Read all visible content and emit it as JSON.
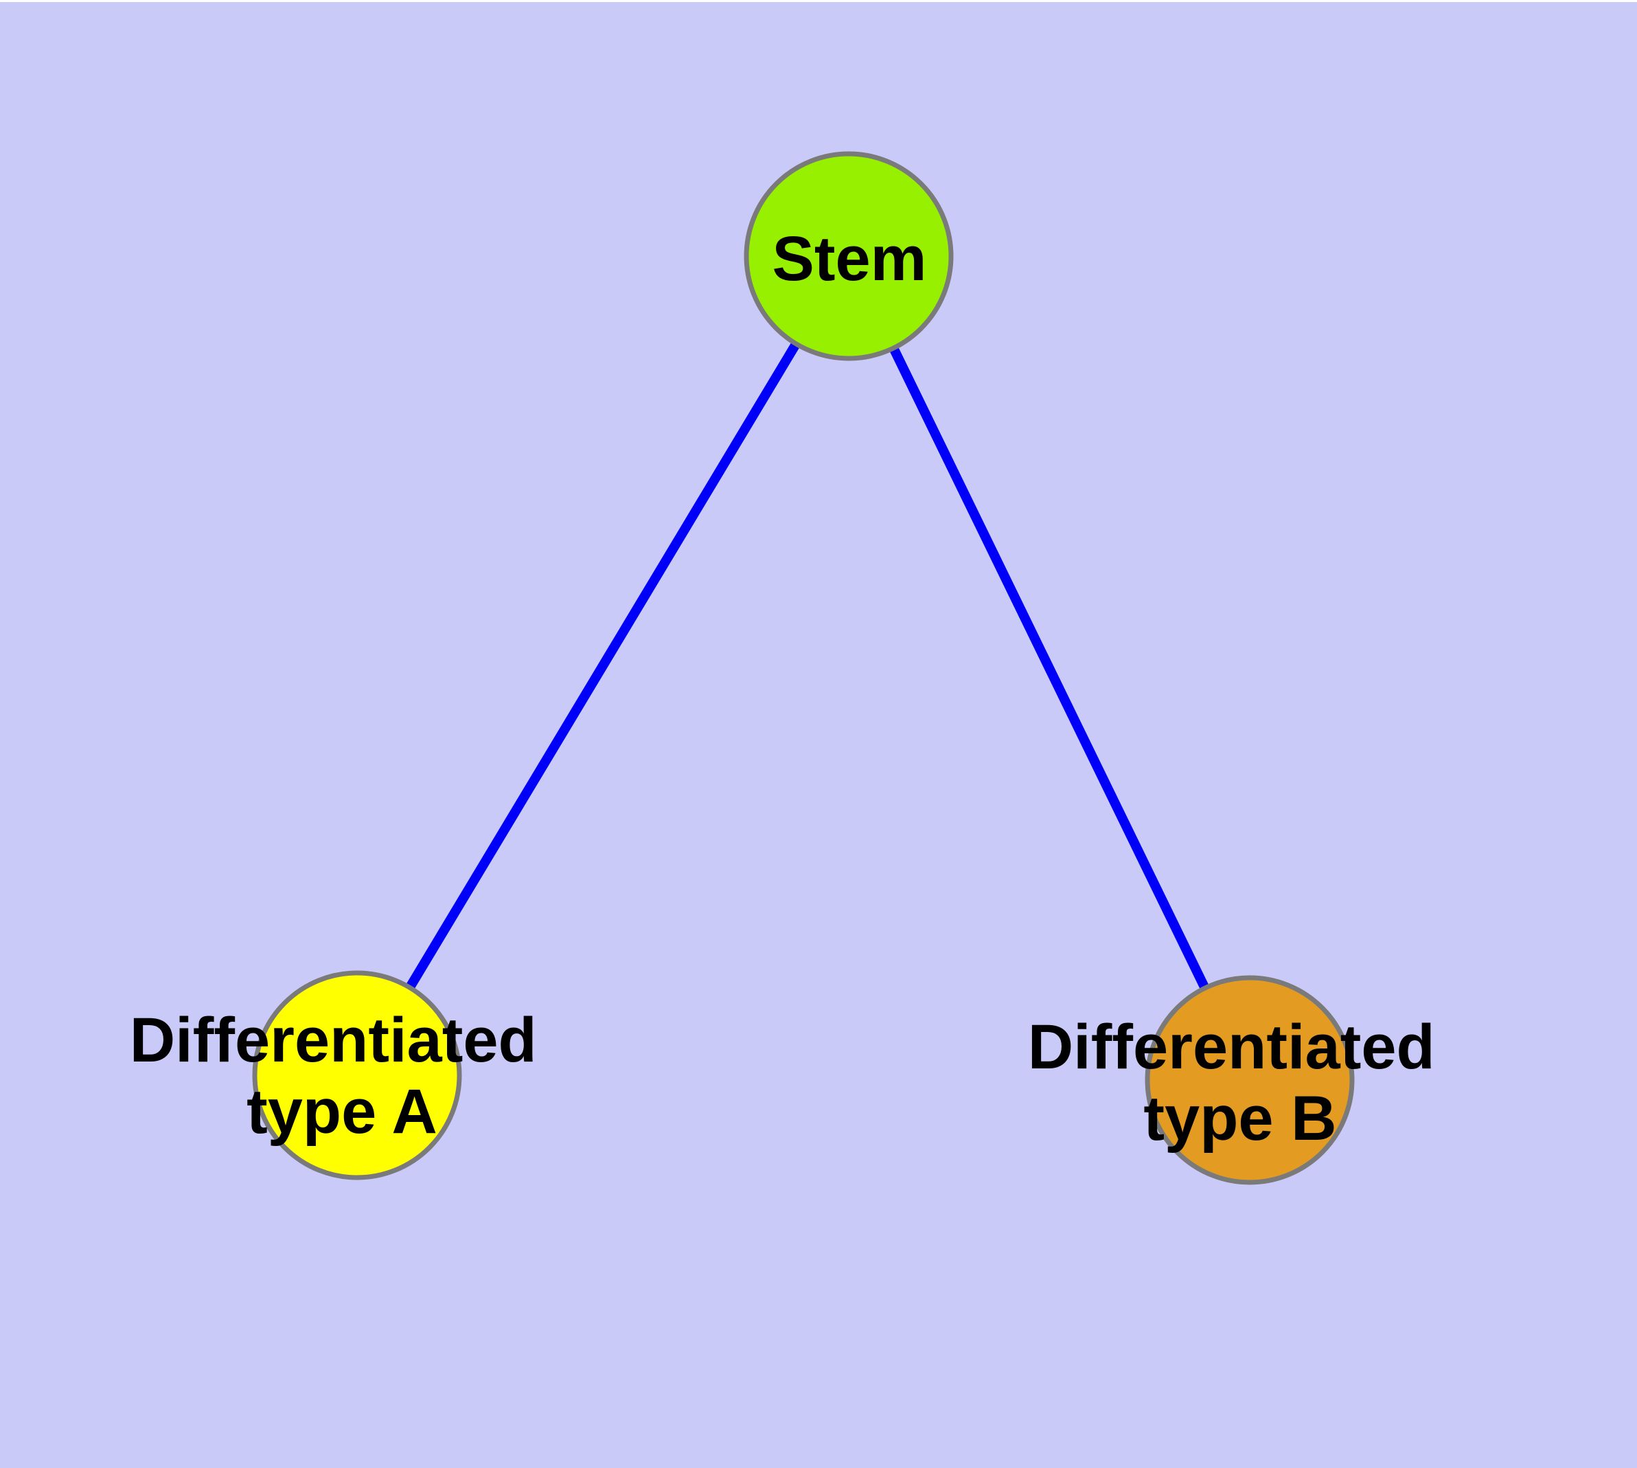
{
  "diagram": {
    "type": "node-edge-graph",
    "background_color": "#CACAF8",
    "top_margin_color": "#FFFFFF",
    "edge_color": "#0000FA",
    "node_border_color": "#7A7A7A",
    "label_color": "#000000",
    "nodes": [
      {
        "id": "stem",
        "label": "Stem",
        "lines": [
          "Stem"
        ],
        "fill": "#97F000"
      },
      {
        "id": "differentiated-type-a",
        "label": "Differentiated type A",
        "lines": [
          "Differentiated",
          "type A"
        ],
        "fill": "#FFFF00"
      },
      {
        "id": "differentiated-type-b",
        "label": "Differentiated type B",
        "lines": [
          "Differentiated",
          "type B"
        ],
        "fill": "#E49B22"
      }
    ],
    "edges": [
      {
        "from": "Stem",
        "to": "Differentiated type A"
      },
      {
        "from": "Stem",
        "to": "Differentiated type B"
      }
    ]
  }
}
